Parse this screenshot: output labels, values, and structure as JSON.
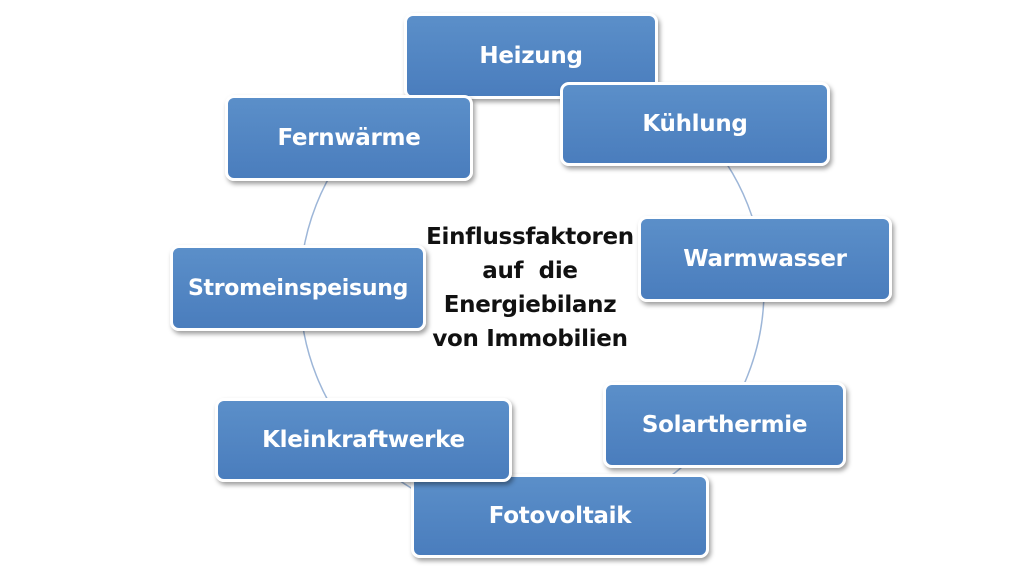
{
  "diagram": {
    "center_lines": [
      "Einflussfaktoren",
      "auf  die",
      "Energiebilanz",
      "von Immobilien"
    ],
    "nodes": [
      {
        "label": "Heizung"
      },
      {
        "label": "Kühlung"
      },
      {
        "label": "Warmwasser"
      },
      {
        "label": "Solarthermie"
      },
      {
        "label": "Fotovoltaik"
      },
      {
        "label": "Kleinkraftwerke"
      },
      {
        "label": "Stromeinspeisung"
      },
      {
        "label": "Fernwärme"
      }
    ],
    "colors": {
      "node_fill": "#4f81bd",
      "node_border": "#ffffff",
      "ring_stroke": "#9db6d8",
      "center_text": "#111111"
    }
  }
}
